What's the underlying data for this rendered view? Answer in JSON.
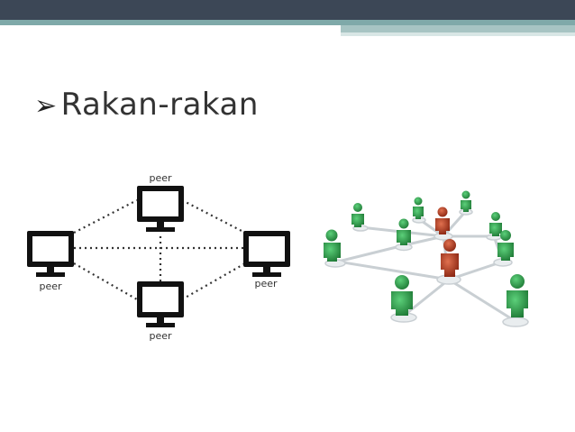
{
  "slide": {
    "title": "Rakan-rakan",
    "bullet_symbol": "➢",
    "colors": {
      "header_dark": "#3c4756",
      "header_accent": "#7fa9a9",
      "title_text": "#333333",
      "peer_green": "#2e9e47",
      "peer_red": "#b0381e"
    }
  },
  "p2p_diagram": {
    "labels": {
      "top": "peer",
      "left": "peer",
      "right": "peer",
      "bottom": "peer"
    }
  },
  "network_illustration": {
    "description_icon": "people-network-icon"
  }
}
